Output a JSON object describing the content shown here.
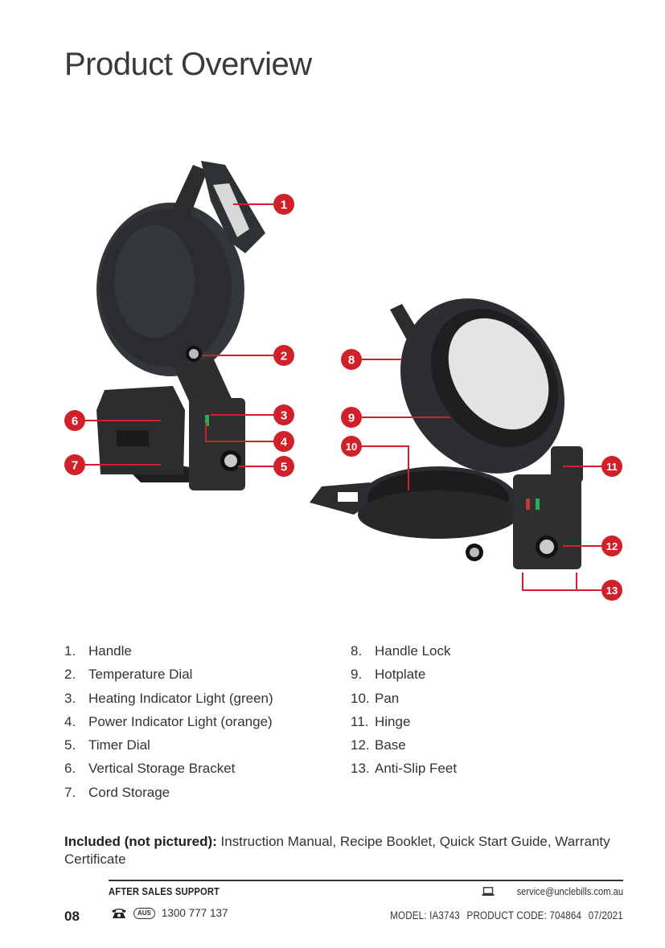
{
  "title": "Product Overview",
  "callouts": [
    "1",
    "2",
    "3",
    "4",
    "5",
    "6",
    "7",
    "8",
    "9",
    "10",
    "11",
    "12",
    "13"
  ],
  "parts_left": [
    {
      "num": "1.",
      "label": "Handle"
    },
    {
      "num": "2.",
      "label": "Temperature Dial"
    },
    {
      "num": "3.",
      "label": "Heating Indicator Light (green)"
    },
    {
      "num": "4.",
      "label": "Power Indicator Light (orange)"
    },
    {
      "num": "5.",
      "label": "Timer Dial"
    },
    {
      "num": "6.",
      "label": "Vertical Storage Bracket"
    },
    {
      "num": "7.",
      "label": "Cord Storage"
    }
  ],
  "parts_right": [
    {
      "num": "8.",
      "label": "Handle Lock"
    },
    {
      "num": "9.",
      "label": "Hotplate"
    },
    {
      "num": "10.",
      "label": "Pan"
    },
    {
      "num": "11.",
      "label": "Hinge"
    },
    {
      "num": "12.",
      "label": "Base"
    },
    {
      "num": "13.",
      "label": "Anti-Slip Feet"
    }
  ],
  "included": {
    "label": "Included (not pictured):",
    "text": " Instruction Manual, Recipe Booklet, Quick Start Guide, Warranty Certificate"
  },
  "footer": {
    "page_number": "08",
    "support_title": "AFTER SALES SUPPORT",
    "phone_badge": "AUS",
    "phone": "1300 777 137",
    "email": "service@unclebills.com.au",
    "model": "MODEL: IA3743",
    "product_code": "PRODUCT CODE: 704864",
    "date": "07/2021"
  },
  "colors": {
    "callout": "#d0202a",
    "appliance": "#2a2c2e",
    "text": "#333333"
  }
}
